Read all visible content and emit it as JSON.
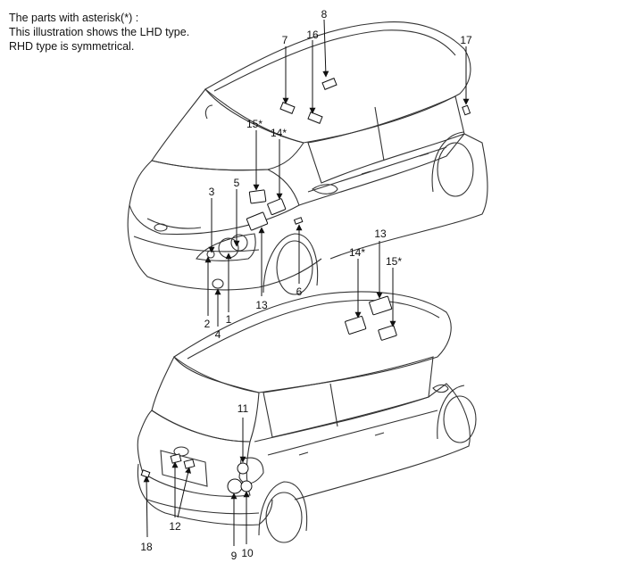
{
  "notes": [
    "The parts with asterisk(*) :",
    "This illustration shows the LHD type.",
    "RHD type is symmetrical."
  ],
  "callouts": {
    "front": [
      "1",
      "2",
      "3",
      "4",
      "5",
      "6",
      "13",
      "14*",
      "15*",
      "7",
      "16",
      "8",
      "17"
    ],
    "rear": [
      "13",
      "14*",
      "15*",
      "11",
      "12",
      "9",
      "10",
      "18"
    ]
  }
}
